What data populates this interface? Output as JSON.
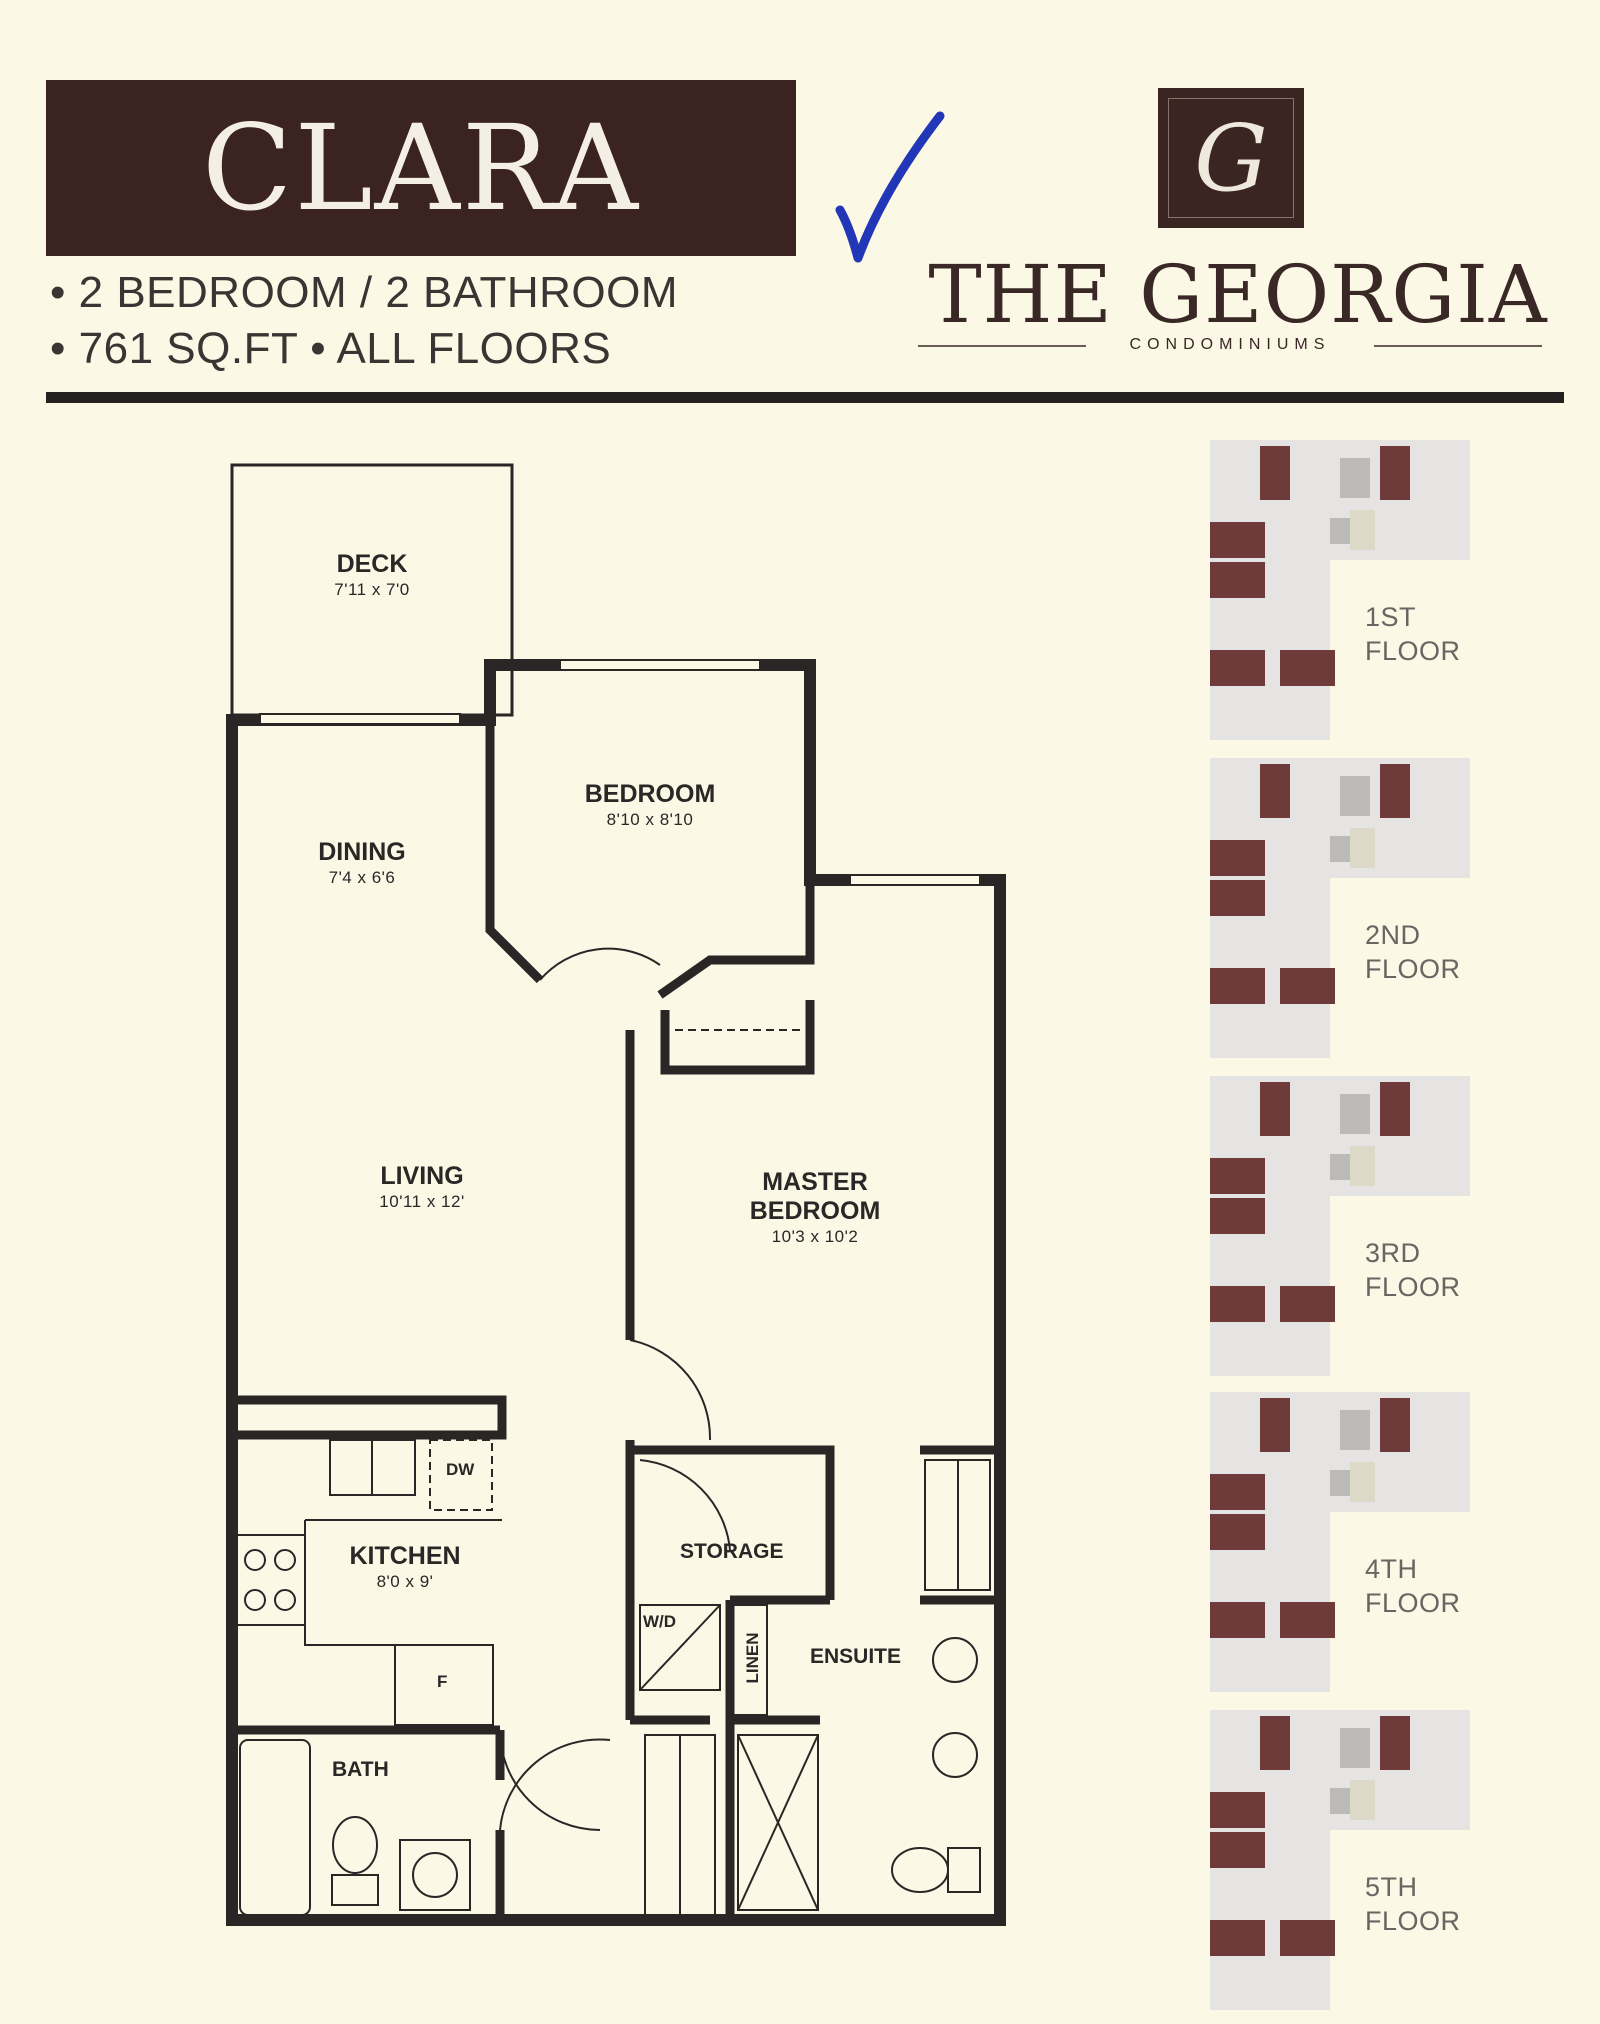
{
  "header": {
    "title": "CLARA",
    "spec_line_1": "• 2 BEDROOM / 2 BATHROOM",
    "spec_line_2": "• 761 SQ.FT • ALL FLOORS"
  },
  "brand": {
    "logo_letter": "G",
    "name": "THE GEORGIA",
    "subtitle": "CONDOMINIUMS"
  },
  "rooms": {
    "deck": {
      "name": "DECK",
      "dims": "7'11 x 7'0"
    },
    "bedroom": {
      "name": "BEDROOM",
      "dims": "8'10 x 8'10"
    },
    "dining": {
      "name": "DINING",
      "dims": "7'4 x 6'6"
    },
    "living": {
      "name": "LIVING",
      "dims": "10'11 x 12'"
    },
    "master": {
      "name_1": "MASTER",
      "name_2": "BEDROOM",
      "dims": "10'3 x 10'2"
    },
    "kitchen": {
      "name": "KITCHEN",
      "dims": "8'0 x 9'"
    },
    "storage": {
      "name": "STORAGE"
    },
    "ensuite": {
      "name": "ENSUITE"
    },
    "bath": {
      "name": "BATH"
    }
  },
  "fixtures": {
    "dishwasher": "DW",
    "fridge": "F",
    "washer_dryer": "W/D",
    "linen": "LINEN"
  },
  "floors": [
    {
      "line1": "1ST",
      "line2": "FLOOR"
    },
    {
      "line1": "2ND",
      "line2": "FLOOR"
    },
    {
      "line1": "3RD",
      "line2": "FLOOR"
    },
    {
      "line1": "4TH",
      "line2": "FLOOR"
    },
    {
      "line1": "5TH",
      "line2": "FLOOR"
    }
  ],
  "colors": {
    "header_bar": "#3a2320",
    "unit_highlight": "#6e3a3a",
    "checkmark": "#2236b8",
    "background": "#fbf8e6"
  }
}
